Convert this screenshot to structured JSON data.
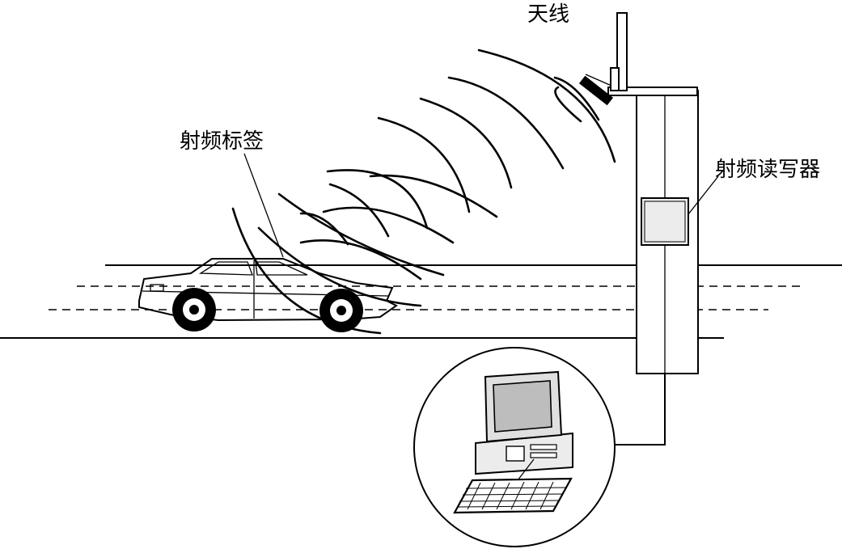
{
  "labels": {
    "antenna": "天线",
    "tag": "射频标签",
    "reader": "射频读写器"
  },
  "colors": {
    "line": "#000000",
    "background": "#ffffff",
    "screen": "#bdbdbd",
    "monitor": "#e0e0e0",
    "reader_panel": "#ececec"
  }
}
